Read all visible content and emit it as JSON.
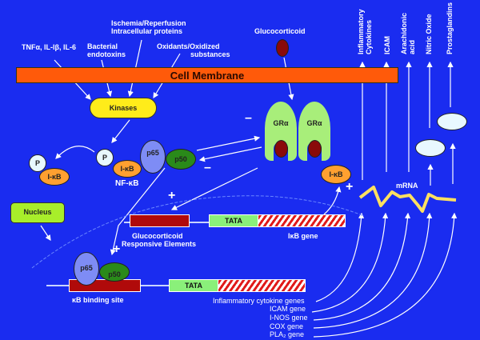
{
  "title": "Glucocorticoid inhibition of NF-kB signaling",
  "membrane": {
    "label": "Cell Membrane",
    "color": "#ff5a0a"
  },
  "stimuli": {
    "cytokines": "TNFα, IL-lβ, IL-6",
    "endotoxins_1": "Bacterial",
    "endotoxins_2": "endotoxins",
    "ischemia_1": "Ischemia/Reperfusion",
    "ischemia_2": "Intracellular proteins",
    "oxidants_1": "Oxidants/Oxidized",
    "oxidants_2": "substances"
  },
  "glucocorticoid": {
    "label": "Glucocorticoid"
  },
  "kinases": {
    "label": "Kinases"
  },
  "nucleus": {
    "label": "Nucleus"
  },
  "nfkb": {
    "label": "NF-κB",
    "p": "P",
    "ikb": "I-κB",
    "p65": "p65",
    "p50": "p50"
  },
  "released": {
    "p": "P",
    "ikb": "I-κB"
  },
  "receptors": [
    {
      "label": "GRα"
    },
    {
      "label": "GRα"
    }
  ],
  "new_ikb": {
    "label": "I-κB"
  },
  "mrna": {
    "label": "mRNA"
  },
  "signs": {
    "minus": "–",
    "plus": "+"
  },
  "products": [
    {
      "label_1": "Inflammatory",
      "label_2": "Cytokines"
    },
    {
      "label_1": "ICAM",
      "label_2": ""
    },
    {
      "label_1": "Arachidonic",
      "label_2": "acid"
    },
    {
      "label_1": "Nitric Oxide",
      "label_2": ""
    },
    {
      "label_1": "Prostaglandins",
      "label_2": ""
    }
  ],
  "dna": {
    "gre_label_1": "Glucocorticoid",
    "gre_label_2": "Responsive Elements",
    "tata": "TATA",
    "ikb_gene": "IκB gene",
    "kb_site": "κB binding site",
    "kb_p65": "p65",
    "kb_p50": "p50"
  },
  "genes": [
    "Inflammatory cytokine genes",
    "ICAM gene",
    "I-NOS gene",
    "COX gene",
    "PLA₂ gene"
  ]
}
